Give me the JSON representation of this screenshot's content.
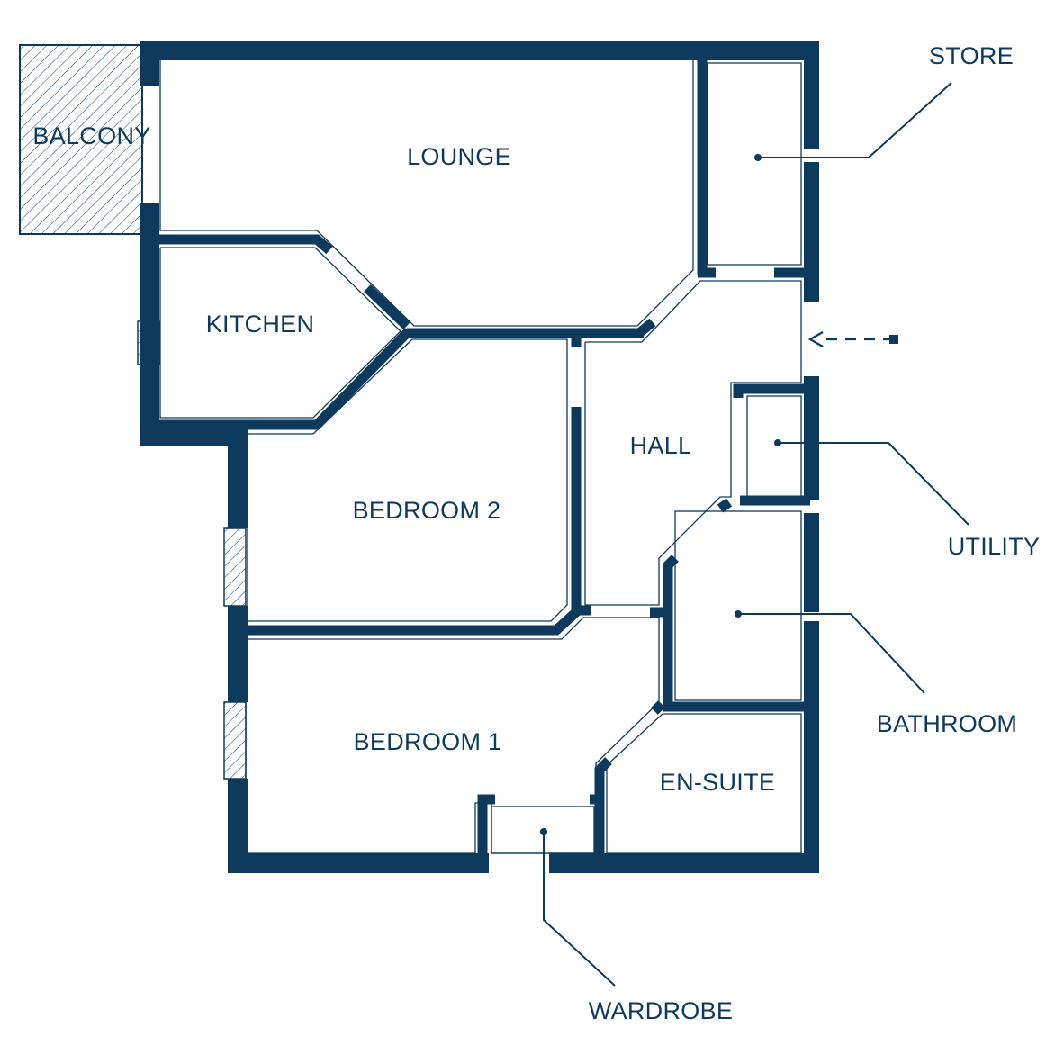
{
  "rooms": {
    "balcony": "BALCONY",
    "lounge": "LOUNGE",
    "kitchen": "KITCHEN",
    "bedroom2": "BEDROOM 2",
    "hall": "HALL",
    "bedroom1": "BEDROOM 1",
    "en_suite": "EN-SUITE"
  },
  "callouts": {
    "store": "STORE",
    "utility": "UTILITY",
    "bathroom": "BATHROOM",
    "wardrobe": "WARDROBE"
  },
  "colors": {
    "wall": "#0d3a5c",
    "background": "#ffffff"
  },
  "icons": {
    "entrance": "dashed-arrow-left-icon"
  }
}
